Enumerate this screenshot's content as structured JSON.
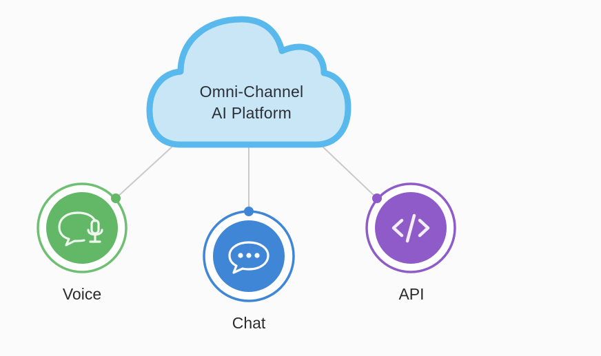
{
  "platform": {
    "title_line1": "Omni-Channel",
    "title_line2": "AI Platform",
    "icon": "cloud-icon",
    "colors": {
      "fill": "#c9e6f7",
      "stroke": "#5ab9ec"
    }
  },
  "connector_color": "#c9c9c9",
  "channels": [
    {
      "id": "voice",
      "label": "Voice",
      "icon": "voice-chat-microphone-icon",
      "color": "#63b868",
      "ring": "#6fbf72"
    },
    {
      "id": "chat",
      "label": "Chat",
      "icon": "chat-bubble-dots-icon",
      "color": "#3f86d6",
      "ring": "#3f86d6"
    },
    {
      "id": "api",
      "label": "API",
      "icon": "code-brackets-icon",
      "color": "#8e5bc9",
      "ring": "#8e5bc9"
    }
  ]
}
